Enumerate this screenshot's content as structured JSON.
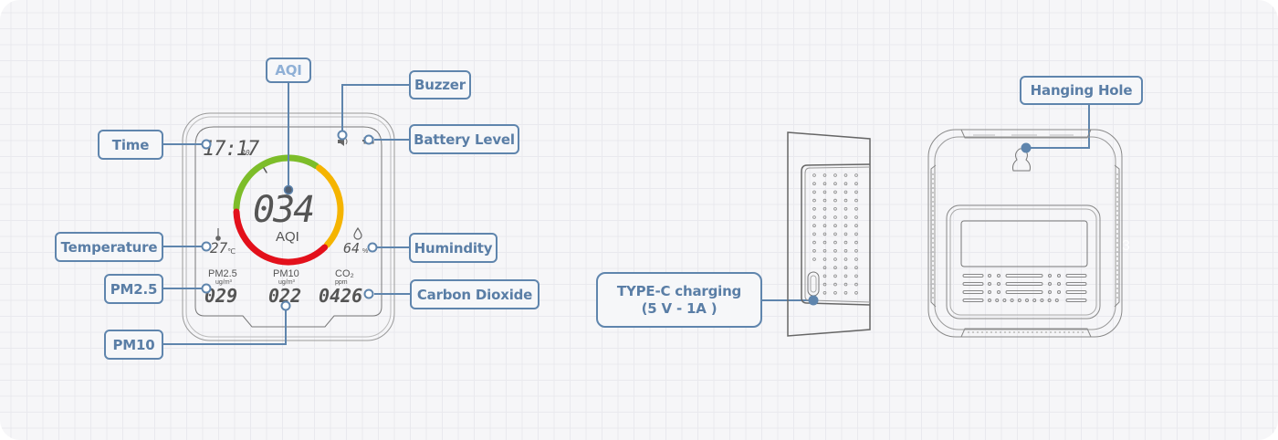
{
  "title": "Air quality monitor diagram",
  "callouts": {
    "aqi": "AQI",
    "buzzer": "Buzzer",
    "time": "Time",
    "battery": "Battery Level",
    "temperature": "Temperature",
    "humidity": "Humindity",
    "pm25": "PM2.5",
    "co2": "Carbon Dioxide",
    "pm10": "PM10",
    "typec_line1": "TYPE-C charging",
    "typec_line2": "(5 V - 1A )",
    "hanging": "Hanging Hole"
  },
  "display": {
    "time": "17:17",
    "seconds": "20",
    "aqi_value": "034",
    "aqi_label": "AQI",
    "temperature": "27",
    "temperature_unit": "℃",
    "humidity": "64",
    "humidity_unit": "%",
    "pm25_label": "PM2.5",
    "pm25_unit": "ug/m³",
    "pm25_value": "029",
    "pm10_label": "PM10",
    "pm10_unit": "ug/m³",
    "pm10_value": "022",
    "co2_label": "CO₂",
    "co2_unit": "ppm",
    "co2_value": "0426"
  },
  "icons": {
    "thermometer": "thermometer-icon",
    "droplet": "droplet-icon",
    "speaker": "speaker-icon",
    "battery": "battery-icon"
  },
  "gauge_colors": {
    "good": "#7dbd2a",
    "moderate": "#f5b400",
    "bad": "#e3101b"
  },
  "accent": "#5f85ad",
  "page_marker": "3"
}
